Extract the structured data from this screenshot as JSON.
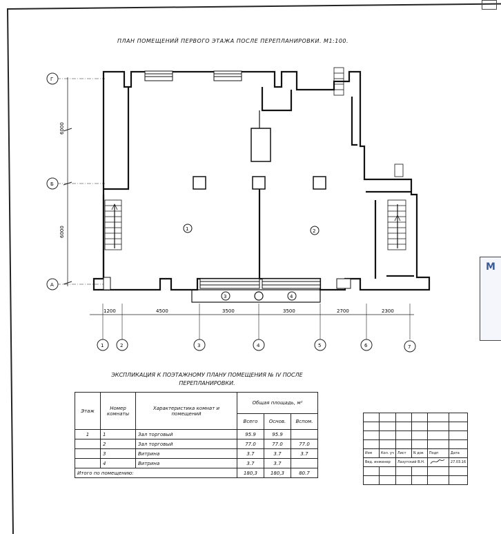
{
  "plan": {
    "title": "ПЛАН ПОМЕЩЕНИЙ ПЕРВОГО ЭТАЖА ПОСЛЕ ПЕРЕПЛАНИРОВКИ. М1:100.",
    "row_axes": [
      {
        "label": "Г"
      },
      {
        "label": "Б"
      },
      {
        "label": "А"
      }
    ],
    "row_dims": [
      "6000",
      "6000"
    ],
    "col_axes": [
      {
        "label": "1"
      },
      {
        "label": "2"
      },
      {
        "label": "3"
      },
      {
        "label": "4"
      },
      {
        "label": "5"
      },
      {
        "label": "6"
      },
      {
        "label": "7"
      }
    ],
    "col_dims": [
      "1200",
      "4500",
      "3500",
      "3500",
      "2700",
      "2300"
    ],
    "room_tags": [
      "1",
      "2",
      "3",
      "4"
    ]
  },
  "explication": {
    "title": "ЭКСПЛИКАЦИЯ К ПОЭТАЖНОМУ ПЛАНУ ПОМЕЩЕНИЯ № IV ПОСЛЕ ПЕРЕПЛАНИРОВКИ.",
    "headers": {
      "floor": "Этаж",
      "room_no": "Номер комнаты",
      "char": "Характеристика комнат и помещений",
      "area": "Общая площадь, м²",
      "total": "Всего",
      "main": "Основ.",
      "aux": "Вспом."
    },
    "rows": [
      {
        "floor": "1",
        "no": "1",
        "name": "Зал торговый",
        "total": "95.9",
        "main": "95.9",
        "aux": ""
      },
      {
        "floor": "",
        "no": "2",
        "name": "Зал торговый",
        "total": "77.0",
        "main": "77.0",
        "aux": "77.0"
      },
      {
        "floor": "",
        "no": "3",
        "name": "Витрина",
        "total": "3.7",
        "main": "3.7",
        "aux": "3.7"
      },
      {
        "floor": "",
        "no": "4",
        "name": "Витрина",
        "total": "3.7",
        "main": "3.7",
        "aux": ""
      }
    ],
    "total_row": {
      "label": "Итого по помещению:",
      "total": "180,3",
      "main": "180,3",
      "aux": "80.7"
    }
  },
  "stamp": {
    "headers": [
      "Изм",
      "Кол. уч",
      "Лист",
      "N док",
      "Подп",
      "Дата"
    ],
    "row": {
      "role": "Вед. инженер",
      "name": "Лазутский В.Н.",
      "date": "27.03.16"
    }
  },
  "side_mark": {
    "letter": "М"
  }
}
